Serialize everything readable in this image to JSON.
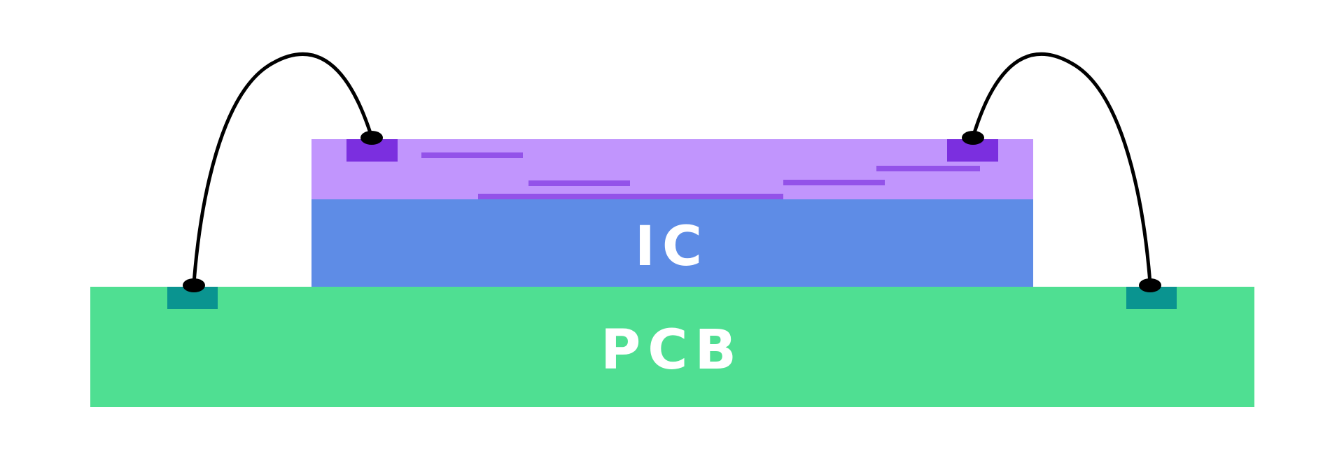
{
  "labels": {
    "ic": "IC",
    "pcb": "PCB"
  },
  "colors": {
    "background": "#ffffff",
    "pcb": "#4fdf92",
    "pcb_pad": "#0a9490",
    "ic_body": "#5e8ce6",
    "ic_top_layer": "#c195fd",
    "ic_pad": "#7b2fdf",
    "ic_trace": "#9352e9",
    "wire": "#000000",
    "label": "#ffffff"
  },
  "parts": {
    "pcb_board": "pcb",
    "pcb_pads": [
      "left-pcb-pad",
      "right-pcb-pad"
    ],
    "ic_body": "ic-body",
    "ic_top_layer": "ic-metal-layer",
    "ic_pads": [
      "left-ic-pad",
      "right-ic-pad"
    ],
    "bond_wires": [
      "left-bond-wire",
      "right-bond-wire"
    ],
    "traces_count_shown": 5
  }
}
